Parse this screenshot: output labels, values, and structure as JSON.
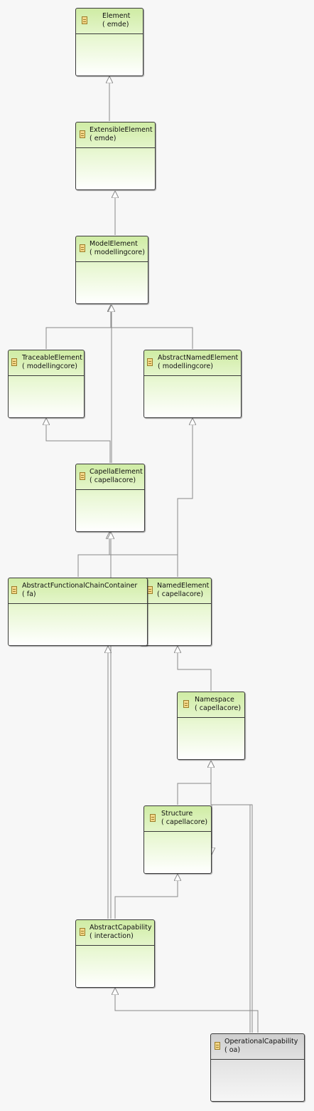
{
  "nodes": {
    "element": {
      "name": "Element",
      "pkg": "( emde)"
    },
    "extensible_element": {
      "name": "ExtensibleElement",
      "pkg": "( emde)"
    },
    "model_element": {
      "name": "ModelElement",
      "pkg": "( modellingcore)"
    },
    "traceable_element": {
      "name": "TraceableElement",
      "pkg": "( modellingcore)"
    },
    "abstract_named_element": {
      "name": "AbstractNamedElement",
      "pkg": "( modellingcore)"
    },
    "capella_element": {
      "name": "CapellaElement",
      "pkg": "( capellacore)"
    },
    "abstract_functional_chain_container": {
      "name": "AbstractFunctionalChainContainer",
      "pkg": "( fa)"
    },
    "named_element": {
      "name": "NamedElement",
      "pkg": "( capellacore)"
    },
    "namespace": {
      "name": "Namespace",
      "pkg": "( capellacore)"
    },
    "structure": {
      "name": "Structure",
      "pkg": "( capellacore)"
    },
    "abstract_capability": {
      "name": "AbstractCapability",
      "pkg": "( interaction)"
    },
    "operational_capability": {
      "name": "OperationalCapability",
      "pkg": "( oa)"
    }
  },
  "colors": {
    "class_fill": "#cfeca4",
    "selected_class_fill": "#cfcfcf",
    "edge": "#8a8a8a"
  },
  "icons": {
    "class": "eclass-icon",
    "generalization_arrow": "hollow-triangle-arrow-icon"
  }
}
